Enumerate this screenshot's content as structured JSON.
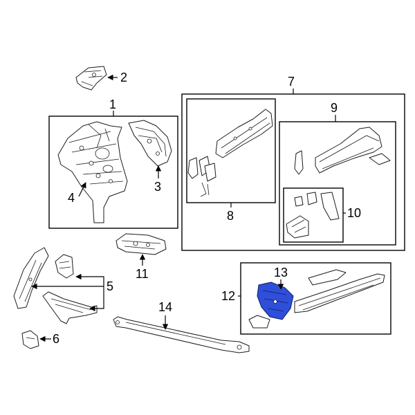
{
  "diagram": {
    "highlight_color": "#2f4fd8",
    "callouts": {
      "c1": "1",
      "c2": "2",
      "c3": "3",
      "c4": "4",
      "c5": "5",
      "c6": "6",
      "c7": "7",
      "c8": "8",
      "c9": "9",
      "c10": "10",
      "c11": "11",
      "c12": "12",
      "c13": "13",
      "c14": "14"
    },
    "highlighted_part": "13"
  }
}
